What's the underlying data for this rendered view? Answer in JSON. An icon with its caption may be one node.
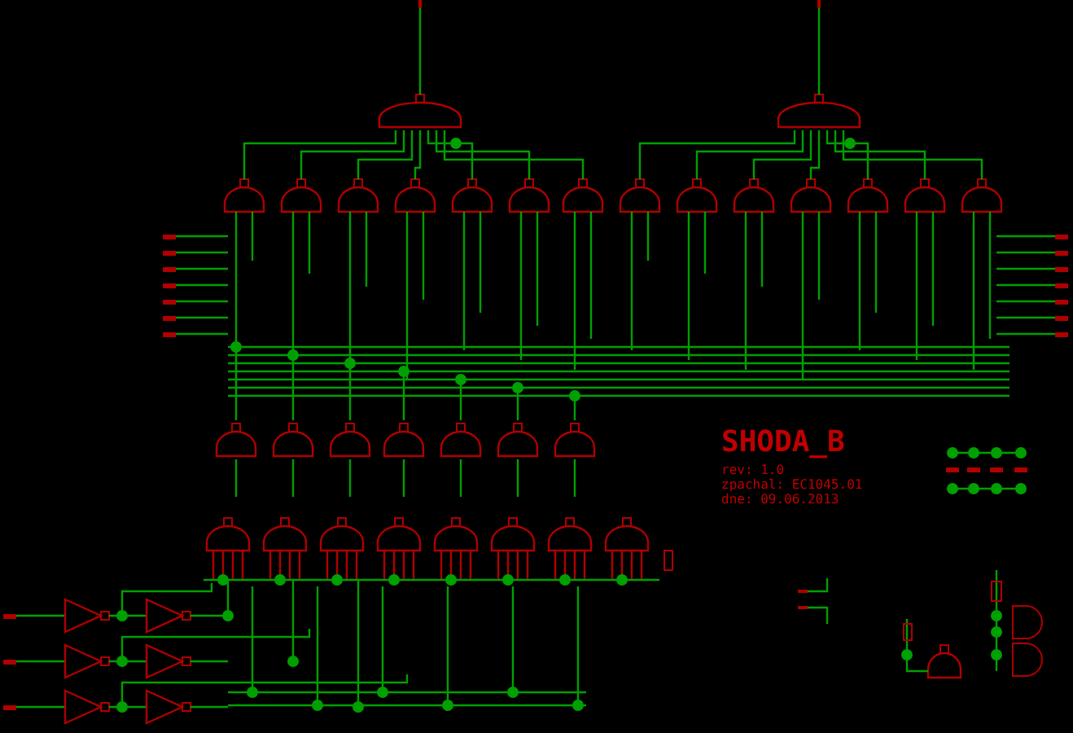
{
  "diagram": {
    "labels": [
      "SHODA_B",
      "rev: 1.0",
      "zpachal: EC1045.01",
      "dne: 09.06.2013"
    ]
  }
}
